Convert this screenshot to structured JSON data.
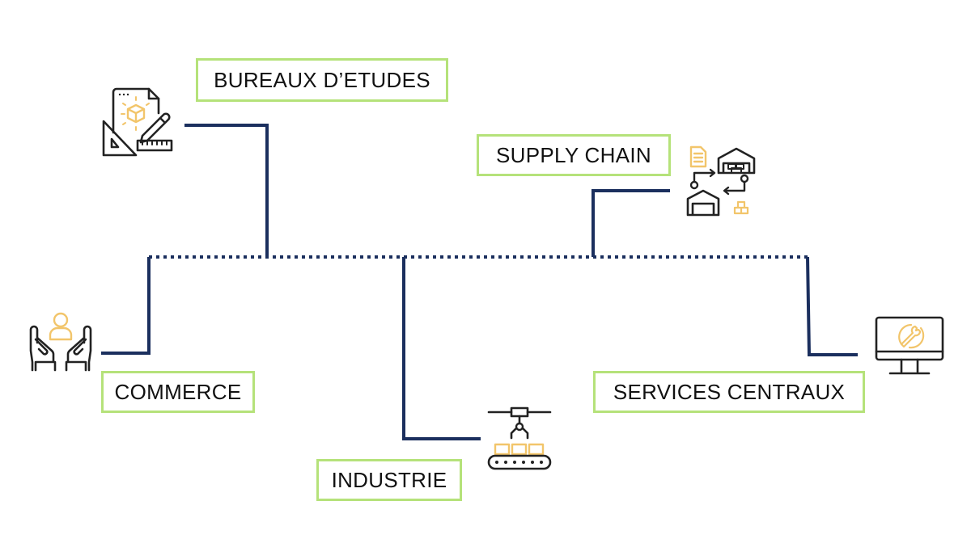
{
  "diagram": {
    "type": "organization-branch-diagram",
    "colors": {
      "connector": "#1b2f5e",
      "label_border": "#b5e27a",
      "icon_outline": "#222222",
      "icon_accent": "#f2c56b",
      "text": "#111111"
    },
    "nodes": [
      {
        "id": "bureaux",
        "label": "BUREAUX D’ETUDES",
        "icon": "blueprint-design-icon"
      },
      {
        "id": "supply",
        "label": "SUPPLY CHAIN",
        "icon": "warehouse-logistics-icon"
      },
      {
        "id": "commerce",
        "label": "COMMERCE",
        "icon": "hands-customer-icon"
      },
      {
        "id": "industrie",
        "label": "INDUSTRIE",
        "icon": "conveyor-robot-arm-icon"
      },
      {
        "id": "services",
        "label": "SERVICES CENTRAUX",
        "icon": "monitor-wrench-icon"
      }
    ],
    "edges": [
      {
        "from": "backbone",
        "to": "bureaux",
        "style": "solid"
      },
      {
        "from": "backbone",
        "to": "supply",
        "style": "solid"
      },
      {
        "from": "backbone",
        "to": "commerce",
        "style": "solid"
      },
      {
        "from": "backbone",
        "to": "industrie",
        "style": "solid"
      },
      {
        "from": "backbone",
        "to": "services",
        "style": "solid"
      }
    ],
    "backbone_style": "dotted"
  }
}
